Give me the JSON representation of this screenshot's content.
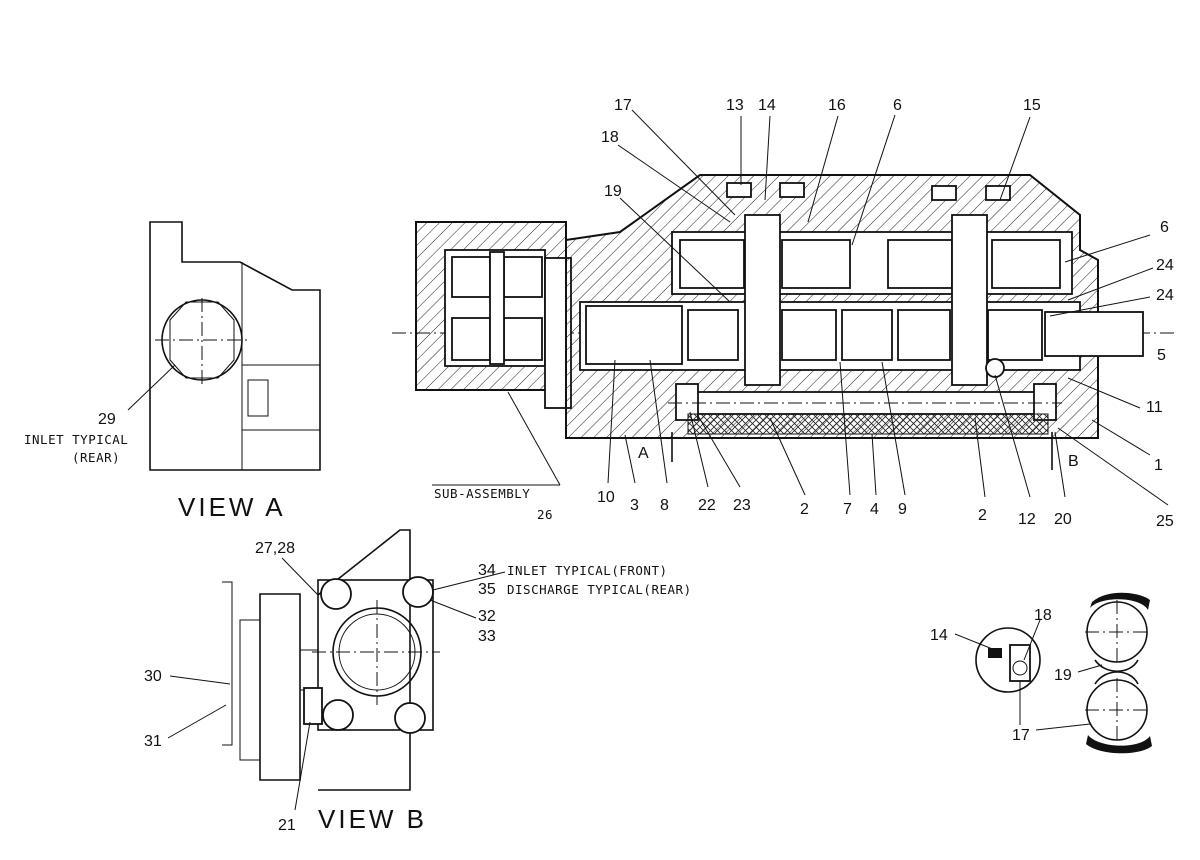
{
  "main_view": {
    "callouts": [
      {
        "id": "c17a",
        "text": "17"
      },
      {
        "id": "c13",
        "text": "13"
      },
      {
        "id": "c14a",
        "text": "14"
      },
      {
        "id": "c16",
        "text": "16"
      },
      {
        "id": "c6a",
        "text": "6"
      },
      {
        "id": "c15",
        "text": "15"
      },
      {
        "id": "c18a",
        "text": "18"
      },
      {
        "id": "c19a",
        "text": "19"
      },
      {
        "id": "c6b",
        "text": "6"
      },
      {
        "id": "c24a",
        "text": "24"
      },
      {
        "id": "c24b",
        "text": "24"
      },
      {
        "id": "c5",
        "text": "5"
      },
      {
        "id": "c11",
        "text": "11"
      },
      {
        "id": "c1",
        "text": "1"
      },
      {
        "id": "c25",
        "text": "25"
      },
      {
        "id": "c10",
        "text": "10"
      },
      {
        "id": "c3",
        "text": "3"
      },
      {
        "id": "c8",
        "text": "8"
      },
      {
        "id": "c22",
        "text": "22"
      },
      {
        "id": "c23",
        "text": "23"
      },
      {
        "id": "c2a",
        "text": "2"
      },
      {
        "id": "c7",
        "text": "7"
      },
      {
        "id": "c4",
        "text": "4"
      },
      {
        "id": "c9",
        "text": "9"
      },
      {
        "id": "c2b",
        "text": "2"
      },
      {
        "id": "c12",
        "text": "12"
      },
      {
        "id": "c20",
        "text": "20"
      }
    ],
    "section_a": "A",
    "section_b": "B",
    "sub_assembly_label": "SUB-ASSEMBLY",
    "sub_assembly_number": "26"
  },
  "view_a": {
    "title": "VIEW A",
    "callout": "29",
    "caption_line1": "INLET TYPICAL",
    "caption_line2": "(REAR)"
  },
  "view_b": {
    "title": "VIEW B",
    "callouts": [
      {
        "id": "b2728",
        "text": "27,28"
      },
      {
        "id": "b34",
        "text": "34"
      },
      {
        "id": "b35",
        "text": "35"
      },
      {
        "id": "b32",
        "text": "32"
      },
      {
        "id": "b33",
        "text": "33"
      },
      {
        "id": "b30",
        "text": "30"
      },
      {
        "id": "b31",
        "text": "31"
      },
      {
        "id": "b21",
        "text": "21"
      }
    ],
    "caption_34": "INLET TYPICAL(FRONT)",
    "caption_35": "DISCHARGE TYPICAL(REAR)"
  },
  "detail": {
    "callouts": [
      {
        "id": "d14",
        "text": "14"
      },
      {
        "id": "d18",
        "text": "18"
      },
      {
        "id": "d19",
        "text": "19"
      },
      {
        "id": "d17",
        "text": "17"
      }
    ]
  }
}
